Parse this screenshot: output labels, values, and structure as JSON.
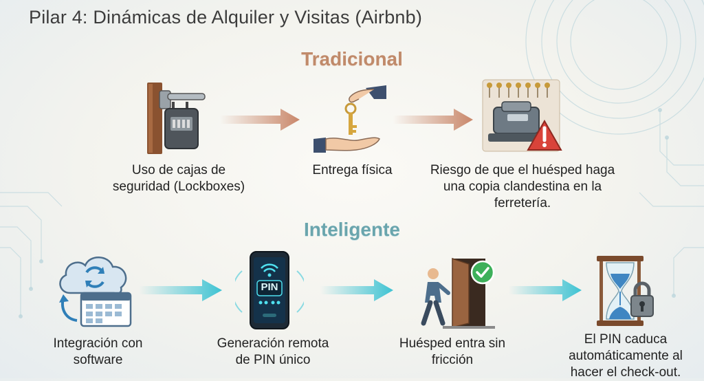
{
  "page_title": "Pilar 4: Dinámicas de Alquiler y Visitas (Airbnb)",
  "traditional": {
    "title": "Tradicional",
    "steps": [
      {
        "label": "Uso de cajas de seguridad (Lockboxes)",
        "icon": "lockbox-door-icon"
      },
      {
        "label": "Entrega física",
        "icon": "key-handover-icon"
      },
      {
        "label": "Riesgo de que el huésped haga una copia clandestina en la ferretería.",
        "icon": "key-copy-warning-icon"
      }
    ]
  },
  "smart": {
    "title": "Inteligente",
    "steps": [
      {
        "label": "Integración con software",
        "icon": "cloud-calendar-sync-icon"
      },
      {
        "label": "Generación remota de PIN único",
        "icon": "smartphone-pin-icon",
        "screen_text": "PIN"
      },
      {
        "label": "Huésped entra sin fricción",
        "icon": "guest-entering-door-icon"
      },
      {
        "label": "El PIN caduca automáticamente al hacer el check-out.",
        "icon": "hourglass-lock-icon"
      }
    ]
  },
  "colors": {
    "traditional_accent": "#c08a6a",
    "smart_accent": "#6aa5ad",
    "arrow_copper": "#c9876a",
    "arrow_cyan": "#3ec3d3"
  }
}
